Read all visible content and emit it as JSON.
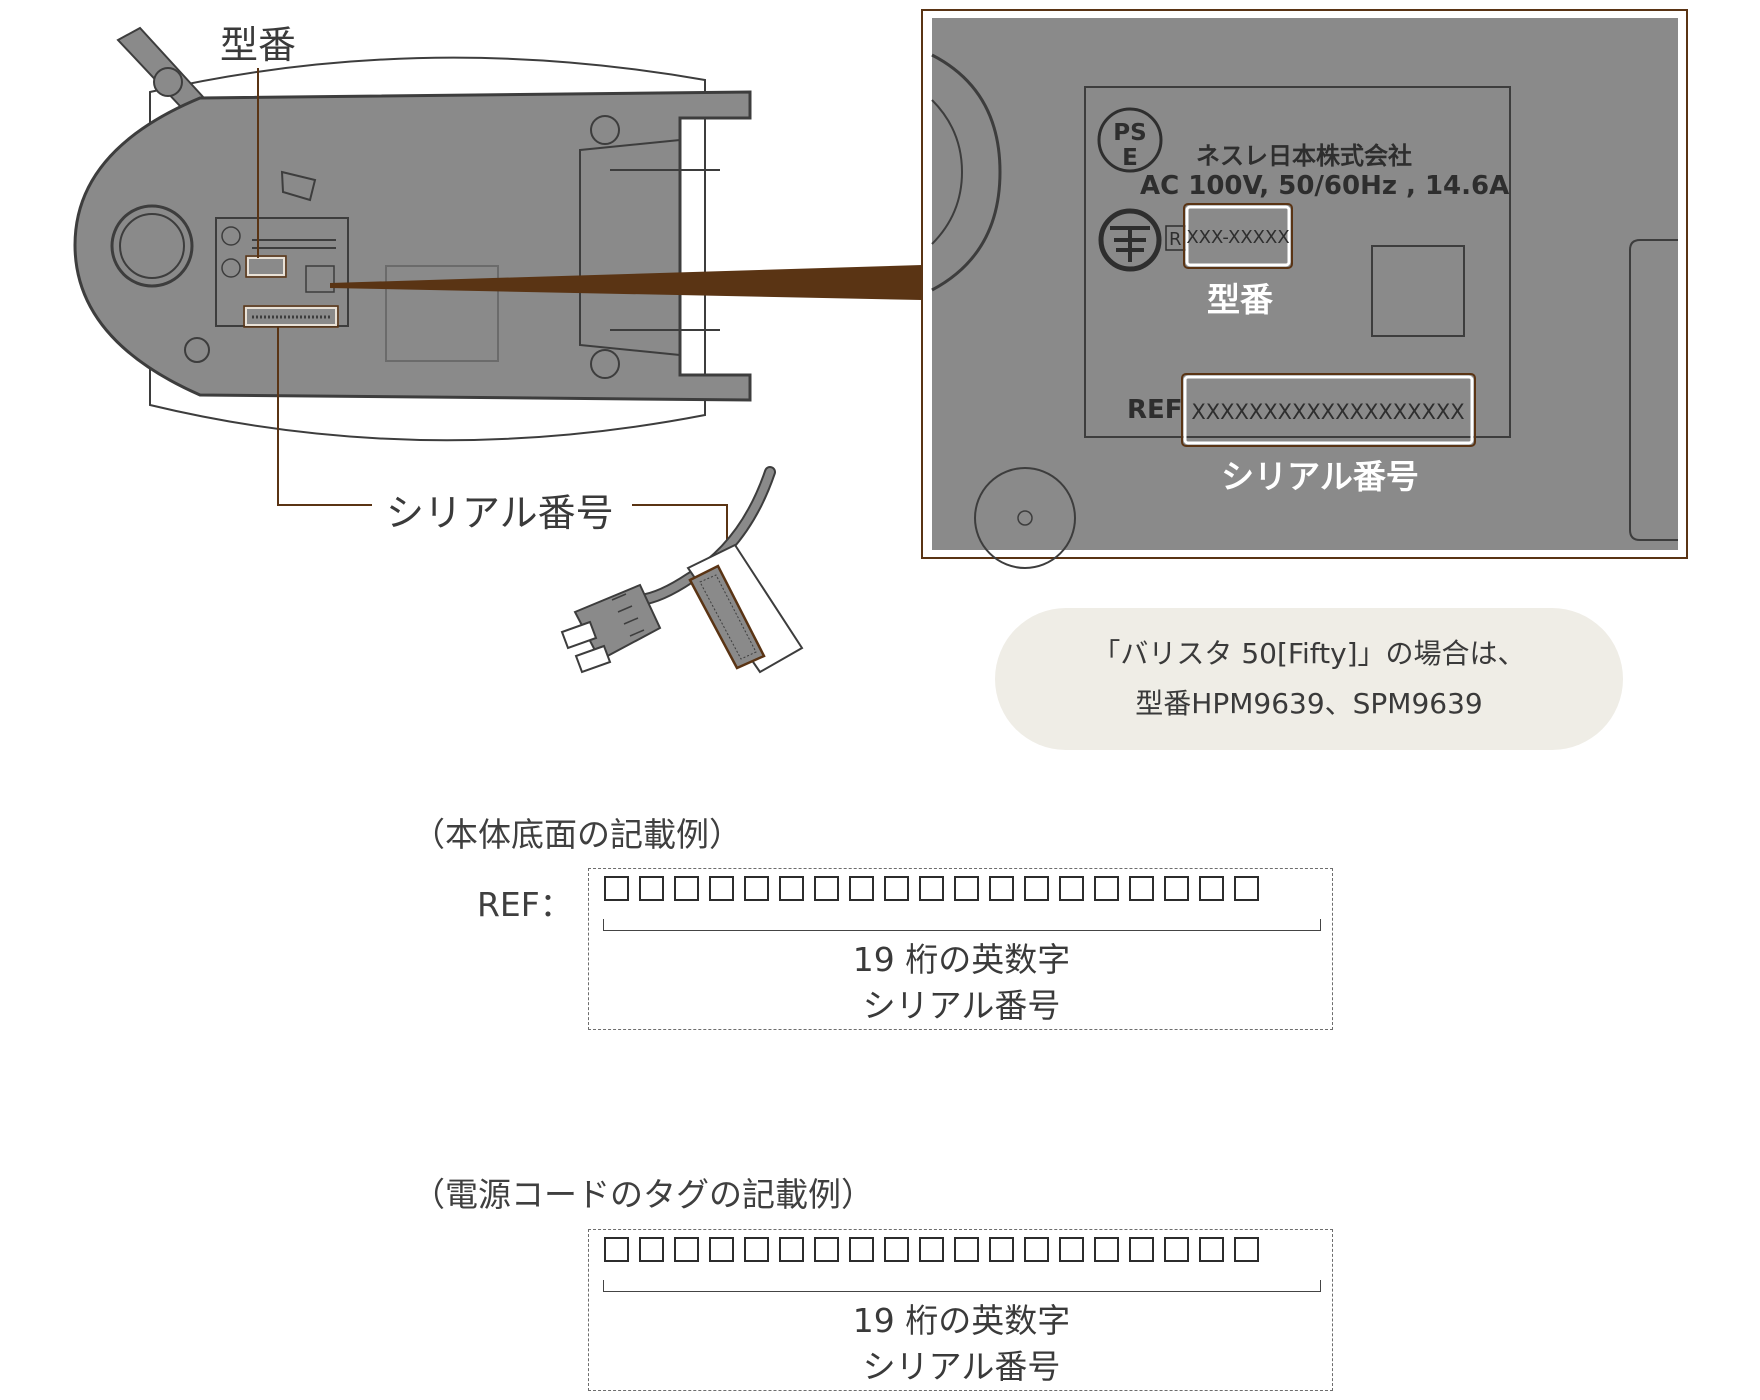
{
  "callouts": {
    "model_label": "型番",
    "serial_label": "シリアル番号"
  },
  "plate": {
    "ps_mark": "PS",
    "e_mark": "E",
    "maker": "ネスレ日本株式会社",
    "spec": "AC 100V, 50/60Hz , 14.6A",
    "model_placeholder": "XXX-XXXXX",
    "r_mark": "R",
    "model_caption": "型番",
    "ref_label": "REF",
    "serial_placeholder": "XXXXXXXXXXXXXXXXXXX",
    "serial_caption": "シリアル番号"
  },
  "note": {
    "line1": "「バリスタ 50[Fifty]」の場合は、",
    "line2": "型番HPM9639、SPM9639"
  },
  "examples": [
    {
      "title": "（本体底面の記載例）",
      "prefix": "REF：",
      "digits": 19,
      "caption_line1": "19 桁の英数字",
      "caption_line2": "シリアル番号"
    },
    {
      "title": "（電源コードのタグの記載例）",
      "prefix": "",
      "digits": 19,
      "caption_line1": "19 桁の英数字",
      "caption_line2": "シリアル番号"
    }
  ],
  "colors": {
    "body_gray": "#8a8a8a",
    "outline_dark": "#3d3d3d",
    "accent_brown": "#5a3414",
    "note_bg": "#efede6"
  }
}
